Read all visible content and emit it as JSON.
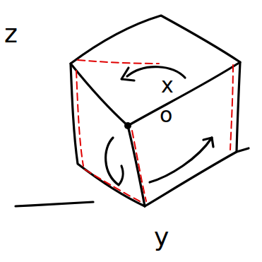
{
  "diagram": {
    "labels": [
      "z",
      "x",
      "o",
      "y"
    ]
  }
}
